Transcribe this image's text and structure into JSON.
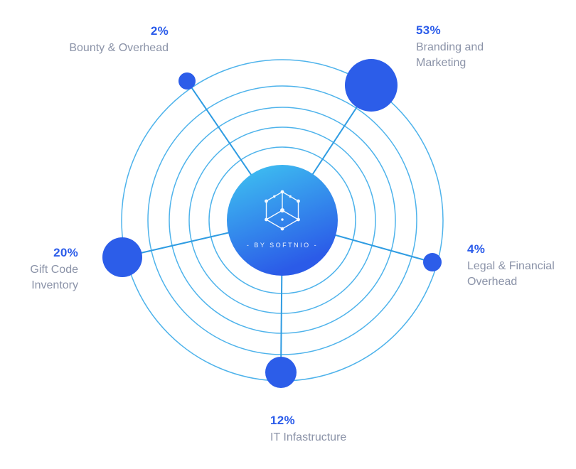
{
  "center": {
    "brand": "- BY SOFTNIO -"
  },
  "nodes": [
    {
      "id": "bounty",
      "pct": "2%",
      "label": "Bounty & Overhead"
    },
    {
      "id": "branding",
      "pct": "53%",
      "label": "Branding and\nMarketing"
    },
    {
      "id": "legal",
      "pct": "4%",
      "label": "Legal & Financial\nOverhead"
    },
    {
      "id": "it",
      "pct": "12%",
      "label": "IT Infastructure"
    },
    {
      "id": "gift",
      "pct": "20%",
      "label": "Gift Code\nInventory"
    }
  ],
  "colors": {
    "node_blue": "#2c5de9",
    "percent_blue": "#2b5cea",
    "orbit_cyan": "#30a6e8",
    "label_gray": "#8b93a8",
    "center_gradient_start": "#3fc6f1",
    "center_gradient_end": "#2b5be8"
  },
  "chart_data": {
    "type": "pie",
    "categories": [
      "Bounty & Overhead",
      "Branding and Marketing",
      "Legal & Financial Overhead",
      "IT Infastructure",
      "Gift Code Inventory"
    ],
    "values": [
      2,
      53,
      4,
      12,
      20
    ],
    "unit": "%",
    "title": "",
    "legend_position": "around-nodes"
  }
}
